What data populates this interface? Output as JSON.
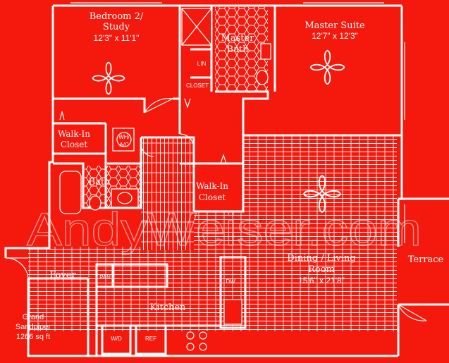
{
  "rooms": {
    "bedroom2_name": "Bedroom 2/",
    "bedroom2_name2": "Study",
    "bedroom2_size": "12'3\" x 11'1\"",
    "master_bath_1": "Master",
    "master_bath_2": "Bath",
    "master_suite_name": "Master Suite",
    "master_suite_size": "12'7\" x 12'3\"",
    "lin": "LIN",
    "closet_small": "CLOSET",
    "walkin1_1": "Walk-In",
    "walkin1_2": "Closet",
    "wh_ac_1": "WH/",
    "wh_ac_2": "A/C",
    "bath": "Bath",
    "walkin2_1": "Walk-In",
    "walkin2_2": "Closet",
    "dining_1": "Dining / Living",
    "dining_2": "Room",
    "dining_size": "15'6\" x 21'8\"",
    "terrace": "Terrace",
    "foyer": "Foyer",
    "pan": "PAN",
    "dw": "DW",
    "kitchen": "Kitchen",
    "wd": "W/D",
    "ref": "REF"
  },
  "unit": {
    "name_1": "Grand",
    "name_2": "Sandpiper",
    "area": "1266 sq ft"
  },
  "watermark": "AndyWeiser.com",
  "colors": {
    "background": "#f5180c",
    "lines": "#ffffff"
  }
}
